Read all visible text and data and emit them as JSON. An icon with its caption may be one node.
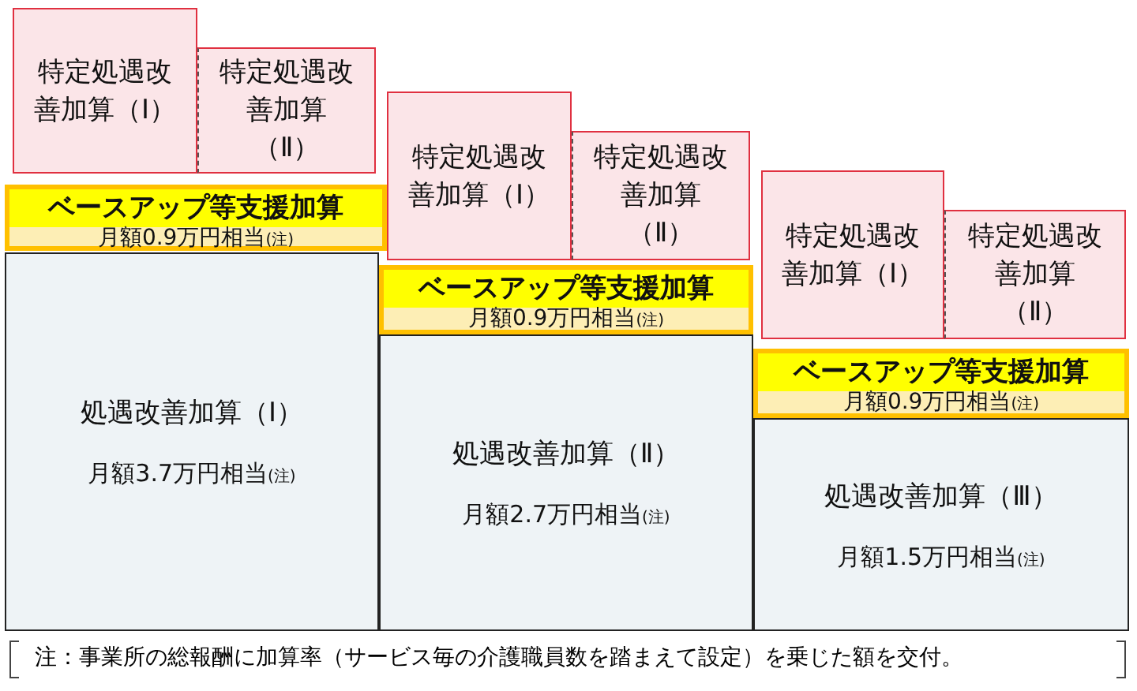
{
  "diagram": {
    "nodes": [
      {
        "text": [
          "特定処遇改善加算（Ⅰ）"
        ]
      },
      {
        "text": [
          "特定処遇改善加算（Ⅱ）"
        ]
      },
      {
        "text": [
          "ベースアップ等支援加算",
          "月額0.9万円相当$_{(注)}$"
        ]
      },
      {
        "text": [
          "処遇改善加算（Ⅰ）",
          "月額3.7万円相当$_{(注)}$"
        ]
      },
      {
        "text": [
          "特定処遇改善加算（Ⅰ）"
        ]
      },
      {
        "text": [
          "特定処遇改善加算（Ⅱ）"
        ]
      },
      {
        "text": [
          "ベースアップ等支援加算",
          "月額0.9万円相当$_{(注)}$"
        ]
      },
      {
        "text": [
          "処遇改善加算（Ⅱ）",
          "月額2.7万円相当$_{(注)}$"
        ]
      },
      {
        "text": [
          "特定処遇改善加算（Ⅰ）"
        ]
      },
      {
        "text": [
          "特定処遇改善加算（Ⅱ）"
        ]
      },
      {
        "text": [
          "ベースアップ等支援加算",
          "月額0.9万円相当$_{(注)}$"
        ]
      },
      {
        "text": [
          "処遇改善加算（Ⅲ）",
          "月額1.5万円相当$_{(注)}$"
        ]
      }
    ],
    "edges": [],
    "labels": [
      "注：事業所の総報酬に加算率（サービス毎の介護職員数を踏まえて設定）を乗じた額を交付。"
    ]
  }
}
